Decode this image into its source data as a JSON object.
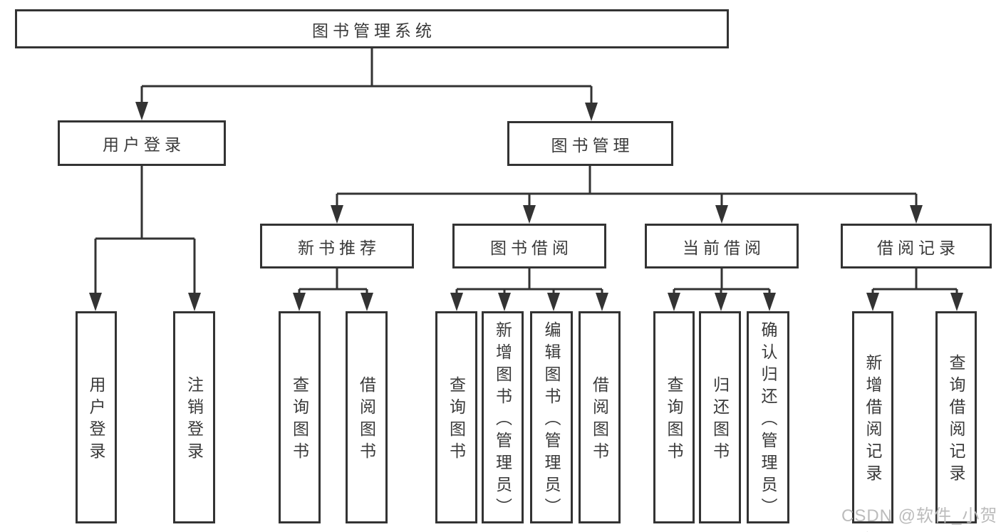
{
  "theme": {
    "page_background": "#ffffff",
    "box_background": "#ffffff",
    "line_color": "#333333",
    "text_color": "#3a3a3a",
    "watermark_color": "#bcbcbc"
  },
  "tree": {
    "label": "图书管理系统",
    "children": [
      {
        "label": "用户登录",
        "children": [
          {
            "label": "用户登录"
          },
          {
            "label": "注销登录"
          }
        ]
      },
      {
        "label": "图书管理",
        "children": [
          {
            "label": "新书推荐",
            "children": [
              {
                "label": "查询图书"
              },
              {
                "label": "借阅图书"
              }
            ]
          },
          {
            "label": "图书借阅",
            "children": [
              {
                "label": "查询图书"
              },
              {
                "label": "新增图书（管理员）"
              },
              {
                "label": "编辑图书（管理员）"
              },
              {
                "label": "借阅图书"
              }
            ]
          },
          {
            "label": "当前借阅",
            "children": [
              {
                "label": "查询图书"
              },
              {
                "label": "归还图书"
              },
              {
                "label": "确认归还（管理员）"
              }
            ]
          },
          {
            "label": "借阅记录",
            "children": [
              {
                "label": "新增借阅记录"
              },
              {
                "label": "查询借阅记录"
              }
            ]
          }
        ]
      }
    ]
  },
  "watermark": {
    "text": "CSDN @软件_小贺同学"
  }
}
